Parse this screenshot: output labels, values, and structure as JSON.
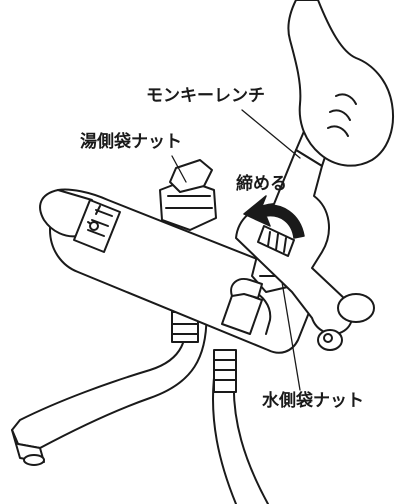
{
  "labels": {
    "wrench": "モンキーレンチ",
    "hot_side_nut": "湯側袋ナット",
    "tighten": "締める",
    "cold_side_nut": "水側袋ナット"
  },
  "colors": {
    "line": "#1a1a1a",
    "fill": "#ffffff",
    "arrow": "#1a1a1a"
  }
}
